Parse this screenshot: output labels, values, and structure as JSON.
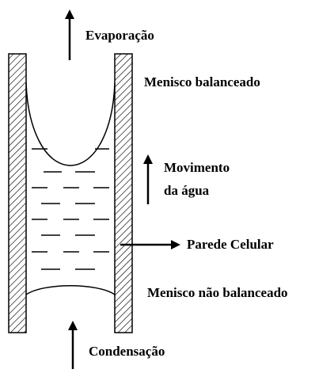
{
  "labels": {
    "evaporation": "Evaporação",
    "balanced_meniscus": "Menisco balanceado",
    "water_movement_line1": "Movimento",
    "water_movement_line2": "da água",
    "cell_wall": "Parede Celular",
    "unbalanced_meniscus": "Menisco não balanceado",
    "condensation": "Condensação"
  },
  "colors": {
    "ink": "#000000",
    "background": "#ffffff"
  }
}
